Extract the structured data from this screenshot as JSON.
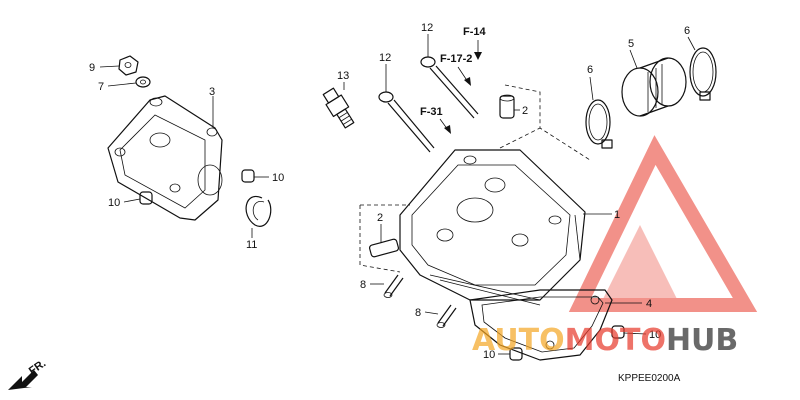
{
  "diagram": {
    "part_numbers": {
      "p1": "1",
      "p2a": "2",
      "p2b": "2",
      "p3": "3",
      "p4": "4",
      "p5": "5",
      "p6a": "6",
      "p6b": "6",
      "p7": "7",
      "p8a": "8",
      "p8b": "8",
      "p9": "9",
      "p10a": "10",
      "p10b": "10",
      "p10c": "10",
      "p10d": "10",
      "p11": "11",
      "p12a": "12",
      "p12b": "12",
      "p13": "13"
    },
    "references": {
      "f14": "F-14",
      "f172": "F-17-2",
      "f31": "F-31"
    },
    "direction_label": "FR.",
    "diagram_code": "KPPEE0200A"
  },
  "watermark": {
    "word_part1": "AUTO",
    "word_part2": "MOTO",
    "word_part3": "HUB",
    "color_orange": "#f5a623",
    "color_red": "#e8392a",
    "color_dark": "#2b2b2b"
  }
}
